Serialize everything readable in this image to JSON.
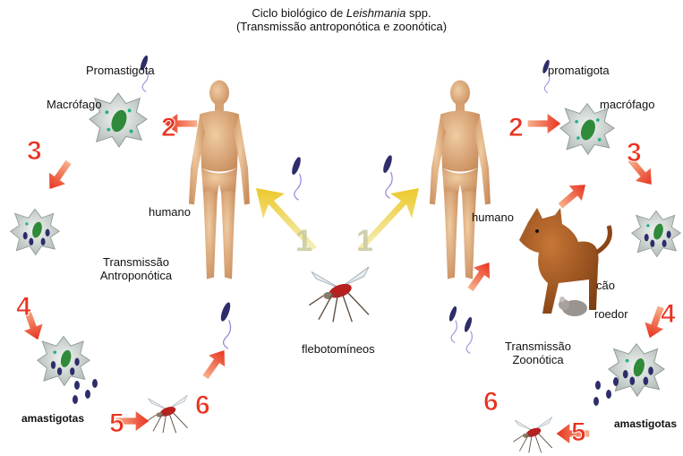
{
  "title": {
    "prefix": "Ciclo biológico de ",
    "genus": "Leishmania",
    "suffix": " spp.",
    "subtitle": "(Transmissão antroponótica e zoonótica)"
  },
  "left": {
    "promastigota": "Promastigota",
    "macrofago": "Macrófago",
    "humano": "humano",
    "transmissao_line1": "Transmissão",
    "transmissao_line2": "Antroponótica",
    "amastigotas": "amastigotas"
  },
  "center": {
    "vector": "flebotomíneos"
  },
  "right": {
    "promastigota": "promatigota",
    "macrofago": "macrófago",
    "humano": "humano",
    "cao": "cão",
    "roedor": "roedor",
    "transmissao_line1": "Transmissão",
    "transmissao_line2": "Zoonótica",
    "amastigotas": "amastigotas"
  },
  "steps": {
    "s1": "1",
    "s2": "2",
    "s3": "3",
    "s4": "4",
    "s5": "5",
    "s6": "6"
  },
  "colors": {
    "step_number": "#e8321f",
    "arrow_red": "#ec4a1f",
    "arrow_yellow": "#f1d23a",
    "step1_number": "#c8c8a0",
    "skin": "#e3b68a",
    "dog": "#a3561f",
    "macrophage": "#d4dcd8",
    "nucleus": "#2f8a3a",
    "amastigote": "#2d2d6b"
  }
}
